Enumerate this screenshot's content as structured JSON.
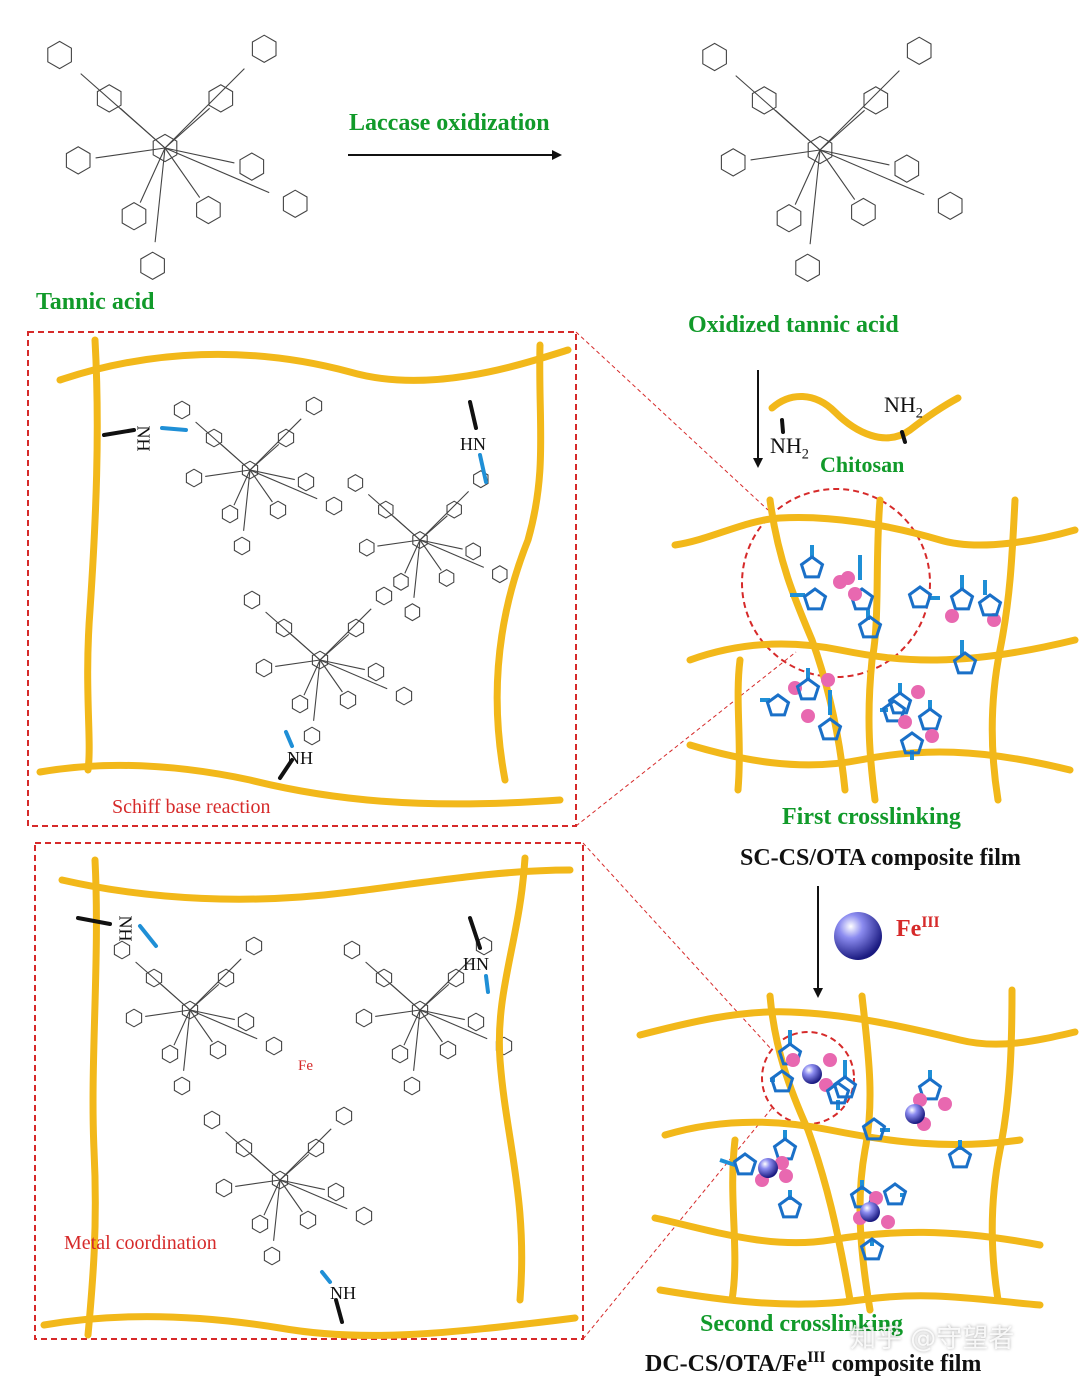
{
  "labels": {
    "tannic_acid": "Tannic acid",
    "laccase": "Laccase oxidization",
    "oxidized_tannic_acid": "Oxidized tannic acid",
    "chitosan": "Chitosan",
    "first_crosslinking": "First crosslinking",
    "sc_film": "SC-CS/OTA composite film",
    "fe_ion": "Fe",
    "fe_sup": "III",
    "second_crosslinking": "Second crosslinking",
    "dc_film_prefix": "DC-CS/OTA/Fe",
    "dc_film_sup": "III",
    "dc_film_suffix": " composite film",
    "schiff": "Schiff base reaction",
    "metal": "Metal coordination",
    "watermark": "知乎 @守望者"
  },
  "groups": {
    "nh2": "NH",
    "nh2_sub": "2",
    "nh": "NH",
    "hn": "HN",
    "fe_center": "Fe"
  },
  "colors": {
    "chain": "#f2b81a",
    "linker": "#1f8fd6",
    "ring": "#1a70c8",
    "catechol": "#e868b0",
    "frame": "#d62a2a",
    "title_green": "#119a2a",
    "fe_sphere": "#2a2a9a"
  }
}
